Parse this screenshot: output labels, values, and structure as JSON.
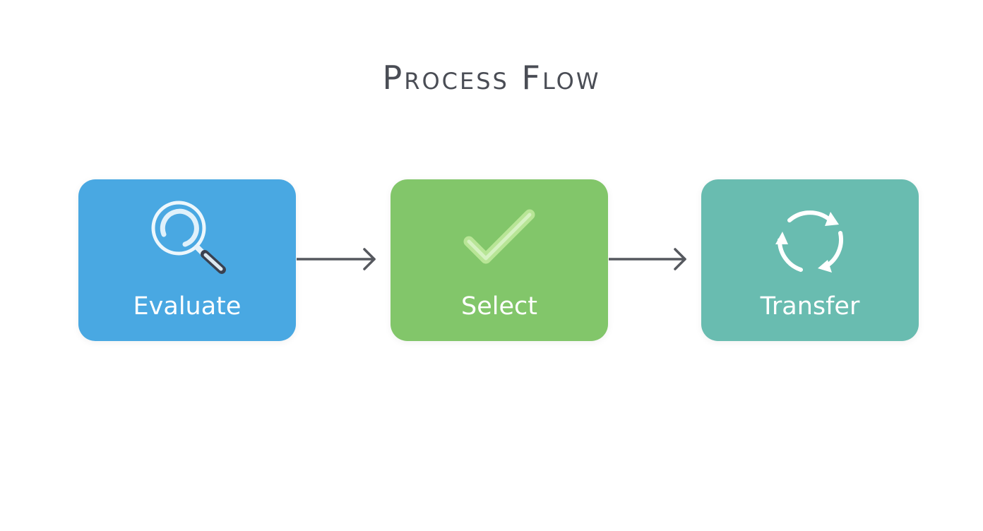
{
  "diagram": {
    "title": "Process Flow",
    "steps": [
      {
        "label": "Evaluate",
        "icon": "magnifier-icon",
        "color": "#49a8e2"
      },
      {
        "label": "Select",
        "icon": "checkmark-icon",
        "color": "#82c66a"
      },
      {
        "label": "Transfer",
        "icon": "cycle-arrows-icon",
        "color": "#69bcb0"
      }
    ],
    "connector_color": "#55585e"
  }
}
